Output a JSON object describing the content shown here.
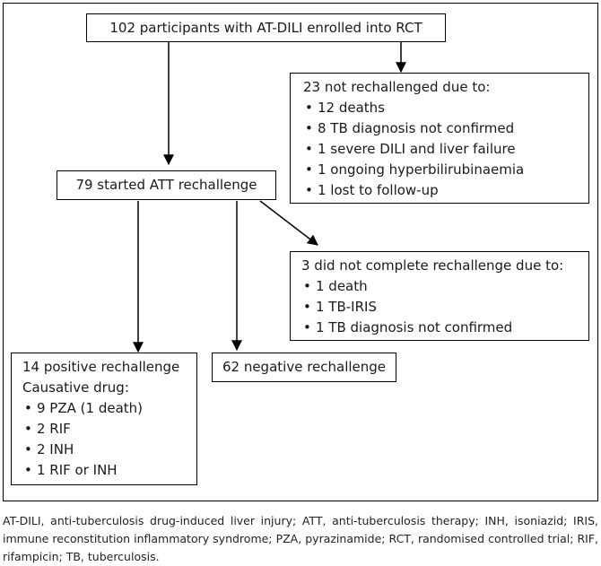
{
  "enrolled": {
    "text": "102 participants with AT-DILI enrolled into RCT"
  },
  "not_rechallenged": {
    "heading": "23 not rechallenged due to:",
    "items": [
      "12 deaths",
      "8 TB diagnosis not confirmed",
      "1 severe DILI and liver failure",
      "1 ongoing hyperbilirubinaemia",
      "1 lost to follow-up"
    ]
  },
  "started": {
    "text": "79 started ATT rechallenge"
  },
  "did_not_complete": {
    "heading": "3 did not complete rechallenge due to:",
    "items": [
      "1 death",
      "1 TB-IRIS",
      "1 TB diagnosis not confirmed"
    ]
  },
  "positive": {
    "heading": "14 positive rechallenge",
    "subheading": "Causative drug:",
    "items": [
      "9 PZA (1 death)",
      "2 RIF",
      "2 INH",
      "1 RIF or INH"
    ]
  },
  "negative": {
    "text": "62 negative rechallenge"
  },
  "caption": "AT-DILI, anti-tuberculosis drug-induced liver injury; ATT, anti-tuberculosis therapy; INH, isoniazid; IRIS, immune reconstitution inflammatory syndrome; PZA, pyrazinamide; RCT, randomised controlled trial; RIF, rifampicin; TB, tuberculosis."
}
